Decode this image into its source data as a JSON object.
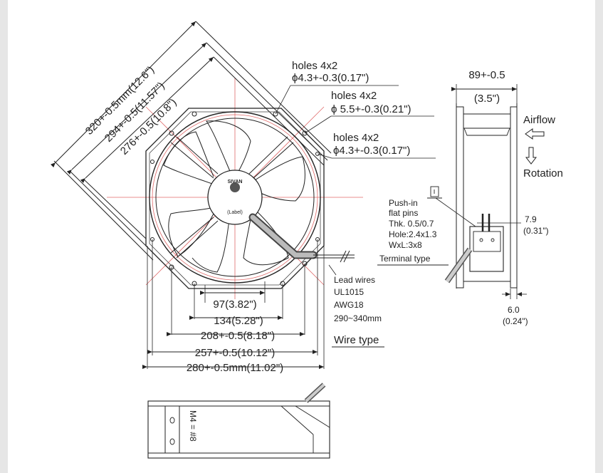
{
  "front": {
    "dim_320": "320+-0.5mm(12.6\")",
    "dim_294": "294+-0.5(11.57\")",
    "dim_276": "276+-0.5(10.8\")",
    "holes_a_line1": "holes 4x2",
    "holes_a_line2": "ϕ4.3+-0.3(0.17\")",
    "holes_b_line1": "holes 4x2",
    "holes_b_line2": "ϕ 5.5+-0.3(0.21\")",
    "holes_c_line1": "holes 4x2",
    "holes_c_line2": "ϕ4.3+-0.3(0.17\")",
    "brand": "SIVAN",
    "label": "(Label)",
    "dim_97": "97(3.82\")",
    "dim_134": "134(5.28\")",
    "dim_208": "208+-0.5(8.18\")",
    "dim_257": "257+-0.5(10.12\")",
    "dim_280": "280+-0.5mm(11.02\")"
  },
  "wire": {
    "line1": "Lead wires",
    "line2": "UL1015",
    "line3": "AWG18",
    "line4": "290~340mm",
    "type_label": "Wire type"
  },
  "terminal": {
    "line1": "Push-in",
    "line2": "flat pins",
    "line3": "Thk. 0.5/0.7",
    "line4": "Hole:2.4x1.3",
    "line5": "WxL:3x8",
    "type_label": "Terminal type",
    "dim_79": "7.9",
    "dim_79_in": "(0.31\")"
  },
  "side": {
    "dim_89": "89+-0.5",
    "dim_89_in": "(3.5\")",
    "airflow": "Airflow",
    "rotation": "Rotation",
    "dim_6": "6.0",
    "dim_6_in": "(0.24\")"
  },
  "bottom": {
    "thread": "M4 = #8"
  }
}
